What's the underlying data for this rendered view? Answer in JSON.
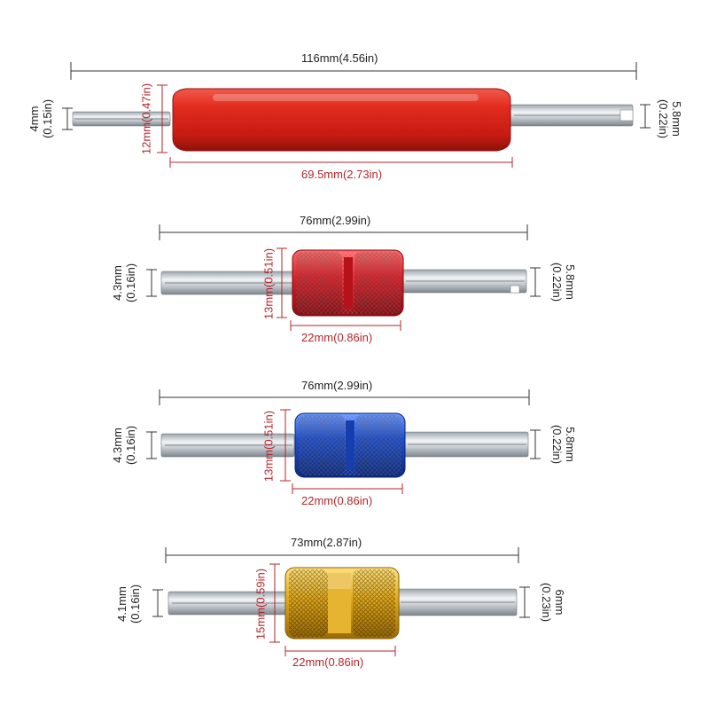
{
  "tools": [
    {
      "id": "red-screwdriver",
      "overall_length": "116mm(4.56in)",
      "handle_length": "69.5mm(2.73in)",
      "handle_diameter": "12mm(0.47in)",
      "left_tip": [
        "4mm",
        "(0.15in)"
      ],
      "right_tip": [
        "5.8mm",
        "(0.22in)"
      ],
      "handle_color": "#d9281e"
    },
    {
      "id": "red-knurled",
      "overall_length": "76mm(2.99in)",
      "handle_length": "22mm(0.86in)",
      "handle_diameter": "13mm(0.51in)",
      "left_tip": [
        "4.3mm",
        "(0.16in)"
      ],
      "right_tip": [
        "5.8mm",
        "(0.22in)"
      ],
      "handle_color": "#e0202a"
    },
    {
      "id": "blue-knurled",
      "overall_length": "76mm(2.99in)",
      "handle_length": "22mm(0.86in)",
      "handle_diameter": "13mm(0.51in)",
      "left_tip": [
        "4.3mm",
        "(0.16in)"
      ],
      "right_tip": [
        "5.8mm",
        "(0.22in)"
      ],
      "handle_color": "#1f4fd0"
    },
    {
      "id": "gold-knurled",
      "overall_length": "73mm(2.87in)",
      "handle_length": "22mm(0.86in)",
      "handle_diameter": "15mm(0.59in)",
      "left_tip": [
        "4.1mm",
        "(0.16in)"
      ],
      "right_tip": [
        "6mm",
        "(0.23in)"
      ],
      "handle_color": "#e0a81a"
    }
  ]
}
